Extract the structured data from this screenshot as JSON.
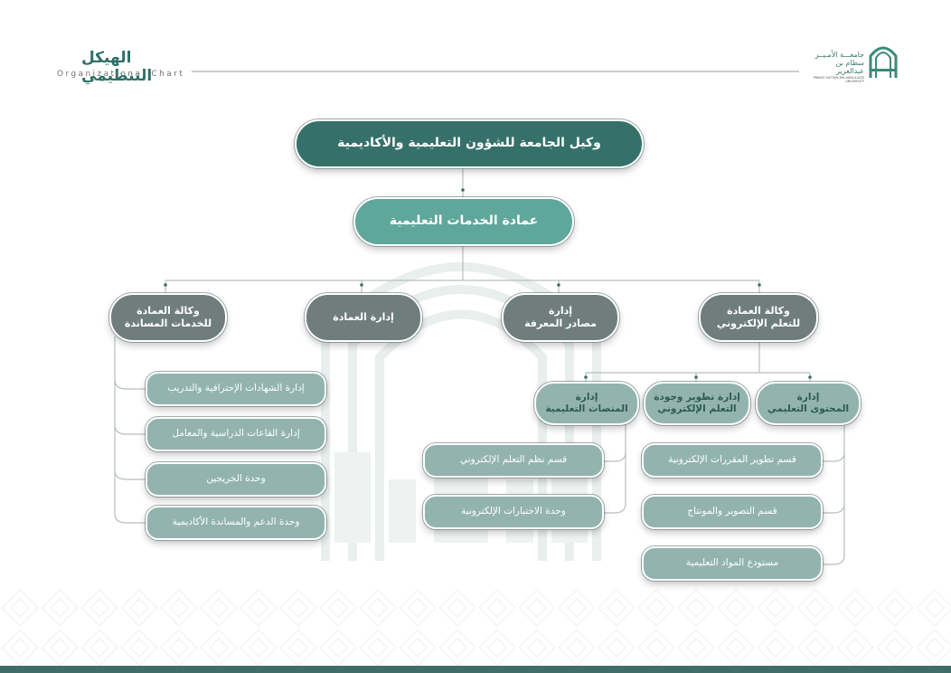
{
  "header": {
    "title_ar": "الهيكل التنظيمي",
    "title_en": "Organizational Chart"
  },
  "logo": {
    "icon": "university-gate-logo-icon",
    "line1": "جامعـــة الأمـيــر",
    "line2": "سطام بن عبدالعزيز",
    "line3": "PRINCE SATTAM BIN ABDULAZIZ UNIVERSITY"
  },
  "colors": {
    "accent_dark": "#35716a",
    "accent": "#5fa79a",
    "grey_node": "#6f7e7d",
    "light_node": "#93b4ae",
    "footer": "#3f6e68"
  },
  "org": {
    "top": "وكيل الجامعة للشؤون التعليمية والأكاديمية",
    "dean": "عمادة الخدمات التعليمية",
    "units": {
      "elearning": "وكالة العمادة\nللتعلم الإلكتروني",
      "knowledge": "إدارة\nمصادر المعرفة",
      "deanship_admin": "إدارة العمادة",
      "support": "وكالة العمادة\nللخدمات المساندة"
    },
    "elearning_depts": {
      "content": "إدارة\nالمحتوى التعليمي",
      "quality": "إدارة تطوير وجودة\nالتعلم الإلكتروني",
      "platforms": "إدارة\nالمنصات التعليمية"
    },
    "content_items": [
      "قسم تطوير المقررات الإلكترونية",
      "قسم التصوير والمونتاج",
      "مستودع المواد التعليمية"
    ],
    "platform_items": [
      "قسم نظم التعلم الإلكتروني",
      "وحدة الاختبارات الإلكترونية"
    ],
    "support_items": [
      "إدارة الشهادات الإحترافية والتدريب",
      "إدارة القاعات الدراسية والمعامل",
      "وحدة الخريجين",
      "وحدة الدعم والمساندة الأكاديمية"
    ]
  }
}
